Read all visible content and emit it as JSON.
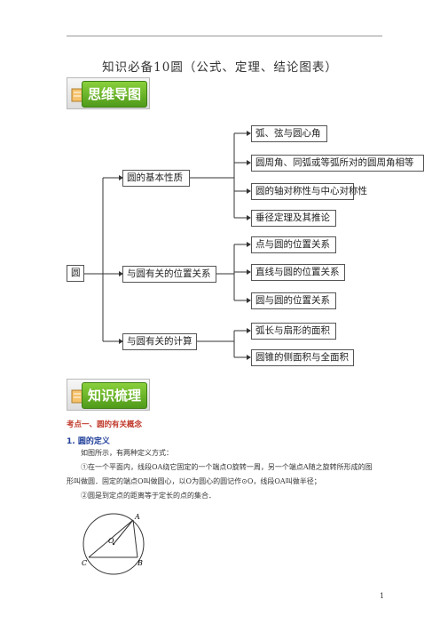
{
  "header": {
    "title": "知识必备10圆（公式、定理、结论图表）"
  },
  "banners": {
    "mind_map": "思维导图",
    "knowledge": "知识梳理"
  },
  "mindmap": {
    "root": "圆",
    "branches": [
      {
        "label": "圆的基本性质",
        "children": [
          "弧、弦与圆心角",
          "圆周角、同弧或等弧所对的圆周角相等",
          "圆的轴对称性与中心对称性",
          "垂径定理及其推论"
        ]
      },
      {
        "label": "与圆有关的位置关系",
        "children": [
          "点与圆的位置关系",
          "直线与圆的位置关系",
          "圆与圆的位置关系"
        ]
      },
      {
        "label": "与圆有关的计算",
        "children": [
          "弧长与扇形的面积",
          "圆锥的侧面积与全面积"
        ]
      }
    ]
  },
  "content": {
    "section1": "考点一、圆的有关概念",
    "subsection1": "1. 圆的定义",
    "p1": "如图所示，有两种定义方式：",
    "p2": "①在一个平面内，线段OA绕它固定的一个端点O旋转一周，另一个端点A随之旋转所形成的图形叫做圆．固定的端点O叫做圆心，以O为圆心的圆记作⊙O，线段OA叫做半径；",
    "p3": "②圆是到定点的距离等于定长的点的集合．"
  },
  "figure": {
    "labels": {
      "A": "A",
      "O": "O",
      "B": "B",
      "C": "C"
    }
  },
  "page_number": "1"
}
